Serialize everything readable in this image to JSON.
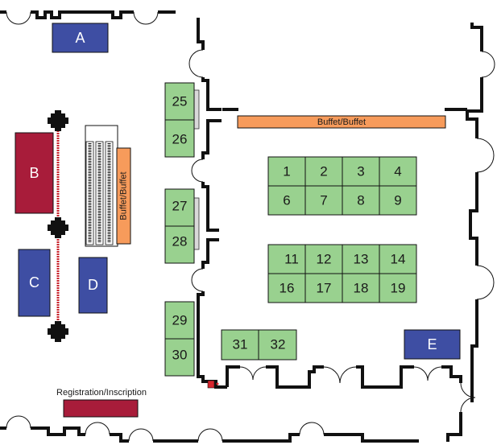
{
  "colors": {
    "booth": "#99d18f",
    "exhibit": "#3e4ea3",
    "reception": "#a81c3a",
    "buffet": "#f79b5b",
    "wall": "#111111",
    "stanchion_rope": "#c8232c"
  },
  "booths": {
    "b1": "1",
    "b2": "2",
    "b3": "3",
    "b4": "4",
    "b6": "6",
    "b7": "7",
    "b8": "8",
    "b9": "9",
    "b11": "11",
    "b12": "12",
    "b13": "13",
    "b14": "14",
    "b16": "16",
    "b17": "17",
    "b18": "18",
    "b19": "19",
    "b25": "25",
    "b26": "26",
    "b27": "27",
    "b28": "28",
    "b29": "29",
    "b30": "30",
    "b31": "31",
    "b32": "32"
  },
  "areas": {
    "a": "A",
    "b": "B",
    "c": "C",
    "d": "D",
    "e": "E"
  },
  "buffet": {
    "main": "Buffet/Buffet",
    "side": "Buffet/Buffet"
  },
  "registration": "Registration/Inscription",
  "icons": [
    "fire-extinguisher-icon",
    "stanchion-post-icon",
    "escalator-icon",
    "door-swing-icon"
  ]
}
